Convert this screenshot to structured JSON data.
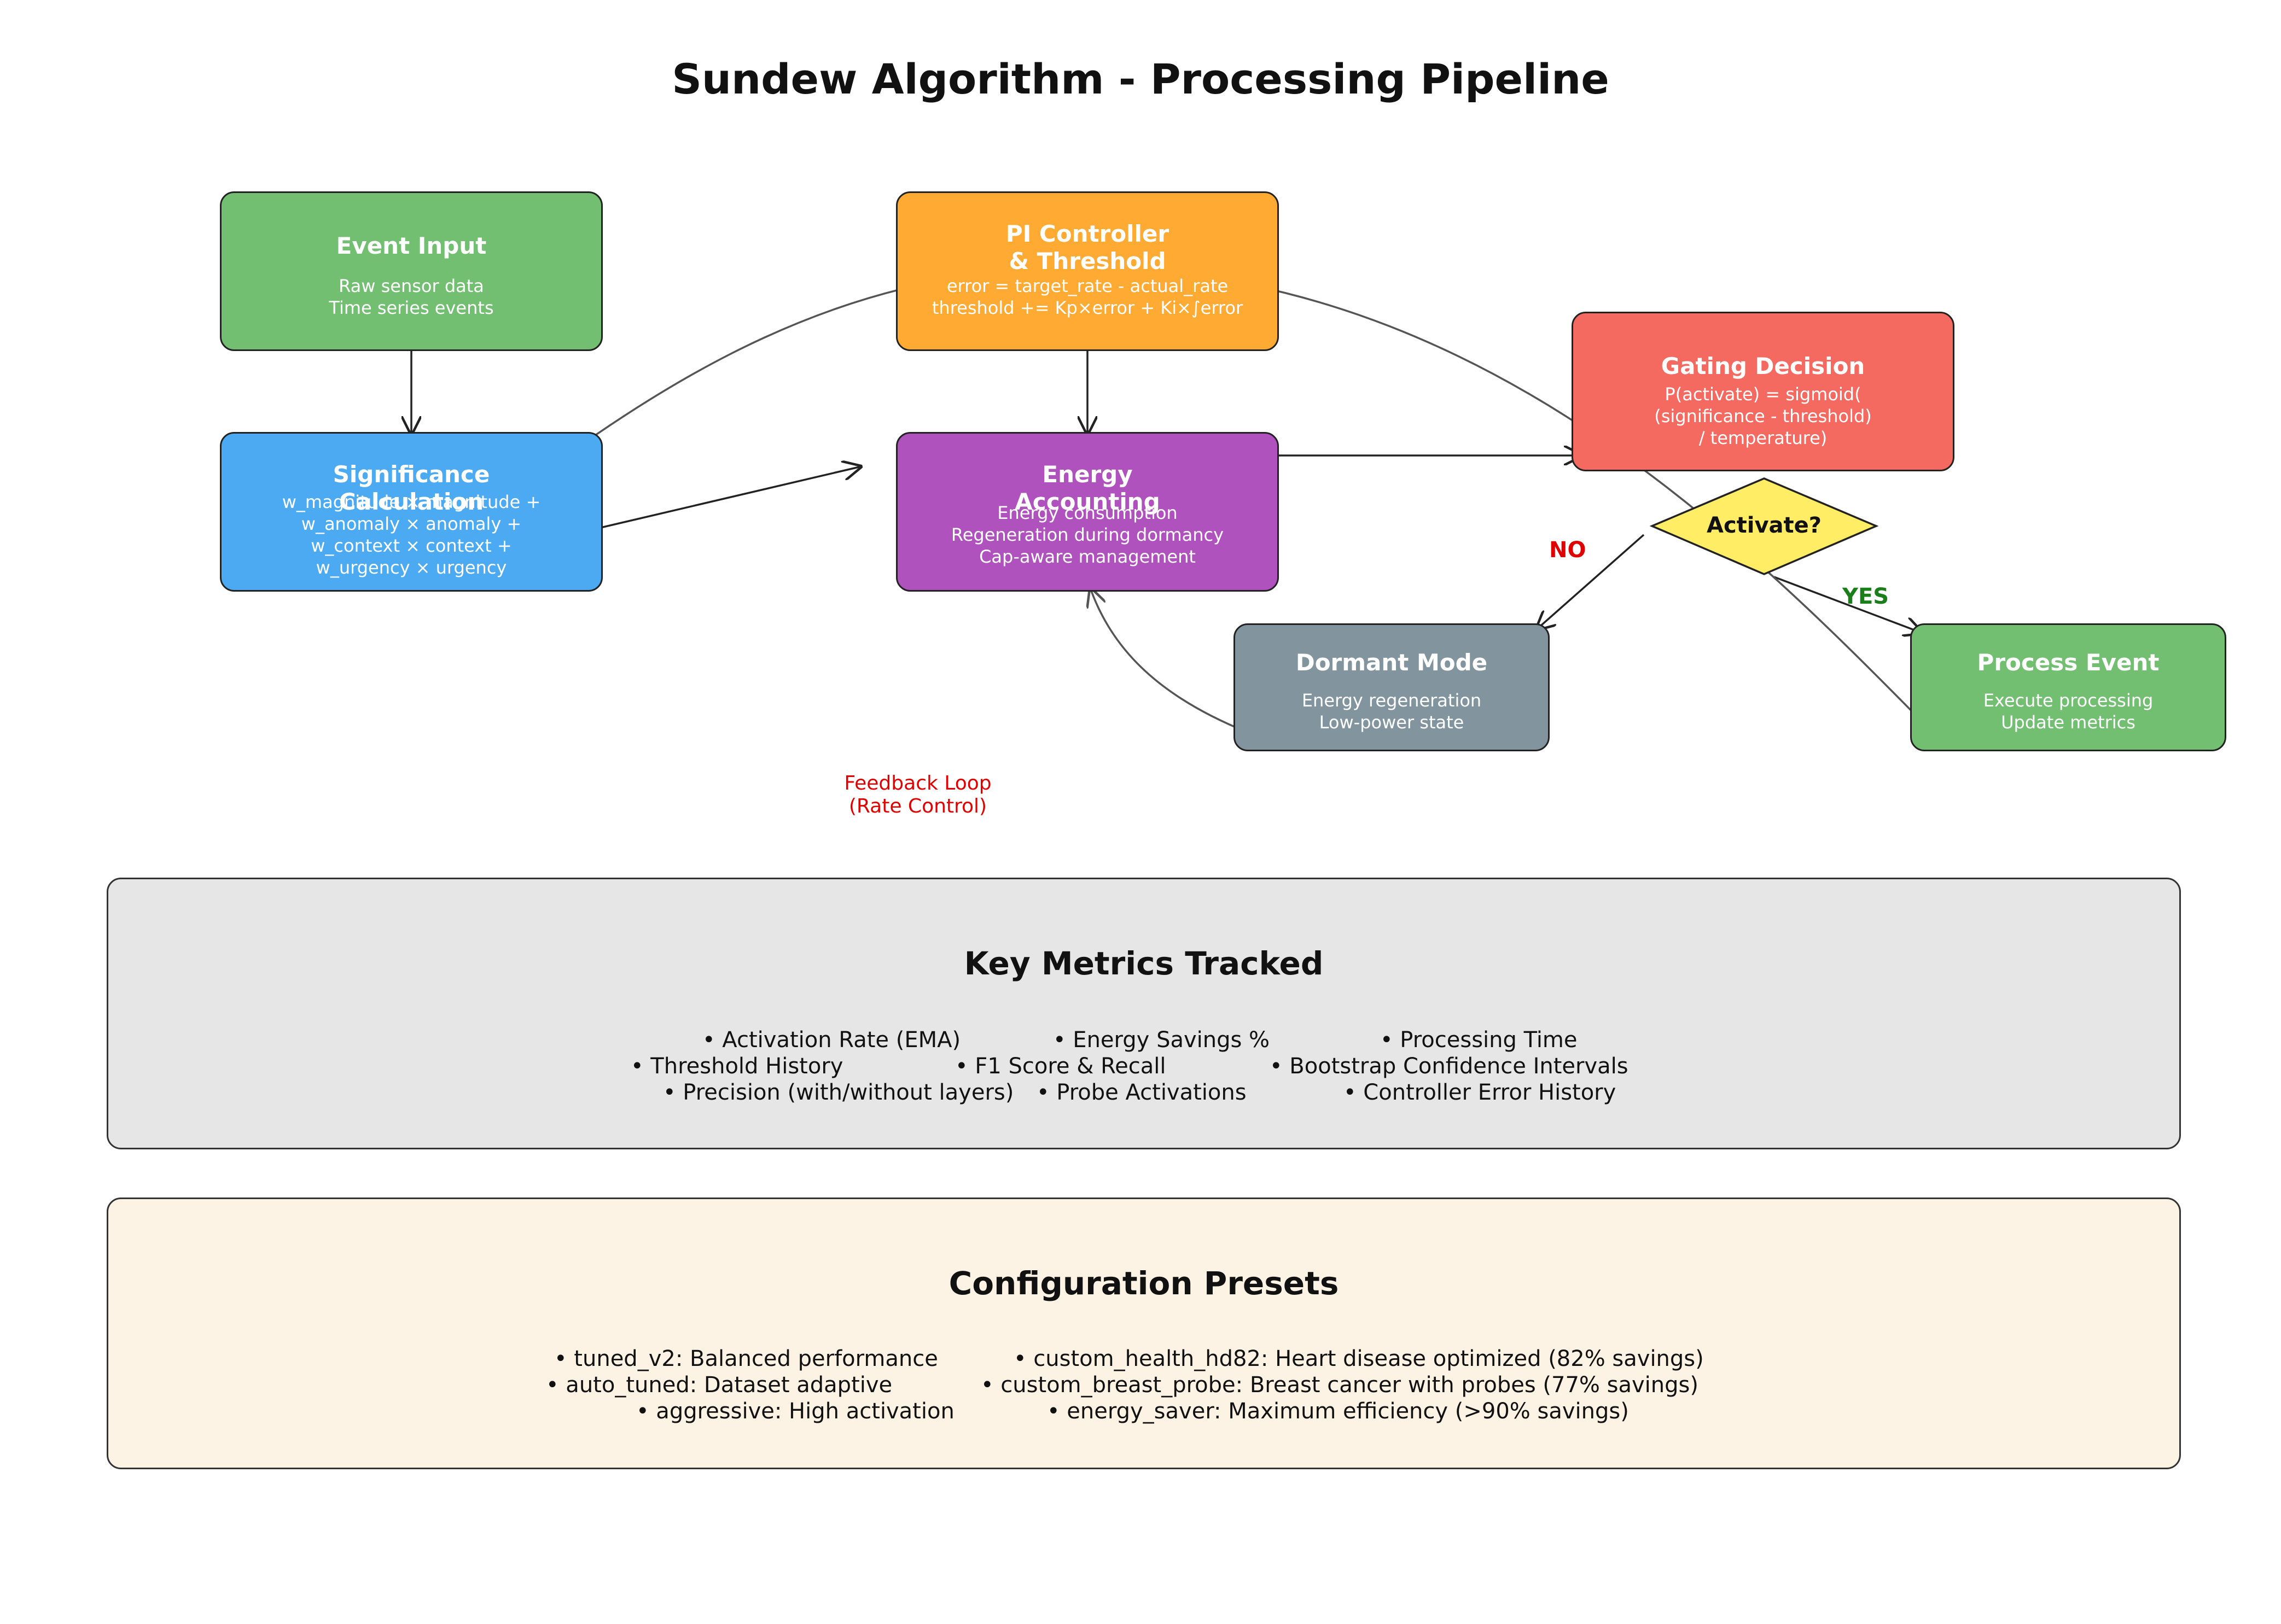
{
  "title": "Sundew Algorithm - Processing Pipeline",
  "colors": {
    "green": "#72bf72",
    "orange": "#ffab33",
    "blue": "#4caaf2",
    "purple": "#b052be",
    "red": "#f56a60",
    "gray": "#82959f",
    "yellow": "#ffed65",
    "metrics_bg": "#e6e6e6",
    "presets_bg": "#fdf3e5",
    "no_color": "#e00000",
    "yes_color": "#1a7f1a"
  },
  "nodes": {
    "event_input": {
      "title": "Event Input",
      "desc": [
        "Raw sensor data",
        "Time series events"
      ]
    },
    "pi_controller": {
      "title_lines": [
        "PI Controller",
        "& Threshold"
      ],
      "desc": [
        "error = target_rate - actual_rate",
        "threshold += Kp×error + Ki×∫error"
      ]
    },
    "significance": {
      "title_lines": [
        "Significance",
        "Calculation"
      ],
      "desc": [
        "w_magnitude × magnitude +",
        "w_anomaly × anomaly +",
        "w_context × context +",
        "w_urgency × urgency"
      ]
    },
    "energy": {
      "title_lines": [
        "Energy",
        "Accounting"
      ],
      "desc": [
        "Energy consumption",
        "Regeneration during dormancy",
        "Cap-aware management"
      ]
    },
    "gating": {
      "title": "Gating Decision",
      "desc": [
        "P(activate) = sigmoid(",
        "(significance - threshold)",
        "/ temperature)"
      ]
    },
    "decision": {
      "label": "Activate?"
    },
    "dormant": {
      "title": "Dormant Mode",
      "desc": [
        "Energy regeneration",
        "Low-power state"
      ]
    },
    "process": {
      "title": "Process Event",
      "desc": [
        "Execute processing",
        "Update metrics"
      ]
    }
  },
  "edge_labels": {
    "no": "NO",
    "yes": "YES"
  },
  "feedback": {
    "lines": [
      "Feedback Loop",
      "(Rate Control)"
    ]
  },
  "metrics": {
    "title": "Key Metrics Tracked",
    "rows": [
      [
        "• Activation Rate (EMA)",
        "• Energy Savings %",
        "• Processing Time"
      ],
      [
        "• Threshold History",
        "• F1 Score & Recall",
        "• Bootstrap Confidence Intervals"
      ],
      [
        "• Precision (with/without layers)",
        "• Probe Activations",
        "• Controller Error History"
      ]
    ]
  },
  "presets": {
    "title": "Configuration Presets",
    "rows": [
      [
        "• tuned_v2: Balanced performance",
        "• custom_health_hd82: Heart disease optimized (82% savings)"
      ],
      [
        "• auto_tuned: Dataset adaptive",
        "• custom_breast_probe: Breast cancer with probes (77% savings)"
      ],
      [
        "• aggressive: High activation",
        "• energy_saver: Maximum efficiency (>90% savings)"
      ]
    ]
  }
}
